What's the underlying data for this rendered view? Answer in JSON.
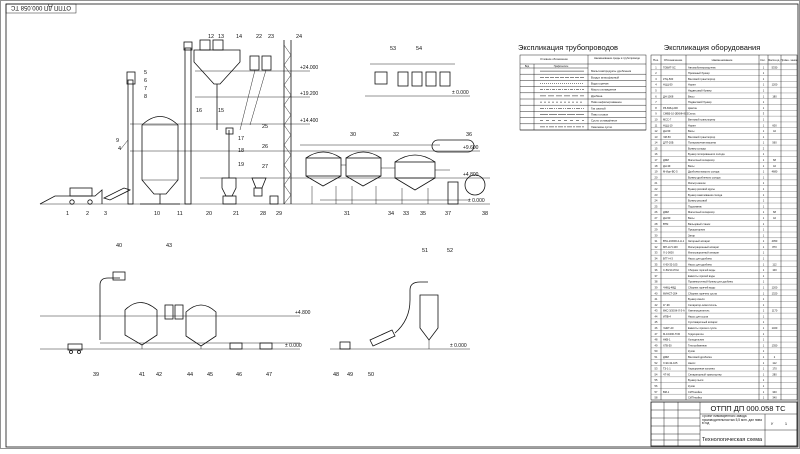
{
  "stamp_code_rotated": "ОТПП ДП 000.058 ТС",
  "elevation_marks": [
    "+24.000",
    "+19.200",
    "+14.400",
    "+9.600",
    "+4.800",
    "± 0.000",
    "+4.800",
    "± 0.000",
    "± 0.000",
    "± 0.000"
  ],
  "equipment_numbers": [
    "1",
    "2",
    "3",
    "4",
    "5",
    "6",
    "7",
    "8",
    "9",
    "10",
    "11",
    "12",
    "13",
    "14",
    "15",
    "16",
    "17",
    "18",
    "19",
    "20",
    "21",
    "22",
    "23",
    "24",
    "25",
    "26",
    "27",
    "28",
    "29",
    "30",
    "31",
    "32",
    "33",
    "34",
    "35",
    "36",
    "37",
    "38",
    "39",
    "40",
    "41",
    "42",
    "43",
    "44",
    "45",
    "46",
    "47",
    "48",
    "49",
    "50",
    "51",
    "52",
    "53",
    "54"
  ],
  "pipe_table": {
    "title": "Экспликация трубопроводов",
    "col_symbol": "Условное обозначение",
    "col_name": "Наименование среды в трубопроводе",
    "sub_kind": "Вид",
    "sub_graphic": "Графическое",
    "rows": [
      "Мальтоза/продукты дробления",
      "Воздух атмосферный",
      "Вода горячая",
      "Масло охлаждения",
      "Дробина",
      "Пиво нефильтрованное",
      "Газ сжатый",
      "Пиво готовое",
      "Сусло охлаждённое",
      "Хмелевое сусло"
    ]
  },
  "equip_table": {
    "title": "Экспликация оборудования",
    "col_pos": "Поз.",
    "col_code": "Обозначение",
    "col_name": "Наименование",
    "col_qty": "Кол.",
    "col_mass": "Масса ед.",
    "col_note": "Приме- чание",
    "rows": [
      {
        "pos": "1",
        "code": "ГОВИТ-5С",
        "name": "Автомобилеразгрузчик",
        "qty": "1",
        "mass": "5330"
      },
      {
        "pos": "2",
        "code": "",
        "name": "Приемный бункер",
        "qty": "1",
        "mass": ""
      },
      {
        "pos": "3",
        "code": "КТЦ-500",
        "name": "Винтовой транспортер",
        "qty": "1",
        "mass": ""
      },
      {
        "pos": "4",
        "code": "НЦЦ-50",
        "name": "Нория",
        "qty": "1",
        "mass": "1200"
      },
      {
        "pos": "5",
        "code": "",
        "name": "Надвесовой бункер",
        "qty": "1",
        "mass": ""
      },
      {
        "pos": "6",
        "code": "ДН-1008",
        "name": "Весы",
        "qty": "1",
        "mass": "180"
      },
      {
        "pos": "7",
        "code": "",
        "name": "Подвесовой бункер",
        "qty": "1",
        "mass": ""
      },
      {
        "pos": "8",
        "code": "РЗ-БИЦ-200",
        "name": "Циклон",
        "qty": "1",
        "mass": ""
      },
      {
        "pos": "9",
        "code": "СМВЗ-10-ЗЕКИН-Б.5",
        "name": "Силос",
        "qty": "3",
        "mass": ""
      },
      {
        "pos": "10",
        "code": "МСС-Г",
        "name": "Винтовой транспортер",
        "qty": "1",
        "mass": ""
      },
      {
        "pos": "11",
        "code": "НЦЦ-10",
        "name": "Нория",
        "qty": "1",
        "mass": "600"
      },
      {
        "pos": "12",
        "code": "ДН-59",
        "name": "Весы",
        "qty": "1",
        "mass": "42"
      },
      {
        "pos": "13",
        "code": "ЧМ-50",
        "name": "Винтовой транспортер",
        "qty": "1",
        "mass": ""
      },
      {
        "pos": "14",
        "code": "ДЛТ-20Б",
        "name": "Полировочная машина",
        "qty": "1",
        "mass": "560"
      },
      {
        "pos": "15",
        "code": "",
        "name": "Бункер солода",
        "qty": "2",
        "mass": ""
      },
      {
        "pos": "16",
        "code": "",
        "name": "Бункер полированного солода",
        "qty": "1",
        "mass": ""
      },
      {
        "pos": "17",
        "code": "ДЯМ",
        "name": "Магнитный сепаратор",
        "qty": "1",
        "mass": "68"
      },
      {
        "pos": "18",
        "code": "ДН-39",
        "name": "Весы",
        "qty": "1",
        "mass": "42"
      },
      {
        "pos": "19",
        "code": "М-Иде-ВС-5",
        "name": "Дробилка мокрого солода",
        "qty": "1",
        "mass": "4680"
      },
      {
        "pos": "20",
        "code": "",
        "name": "Бункер дробленого солода",
        "qty": "1",
        "mass": ""
      },
      {
        "pos": "21",
        "code": "",
        "name": "Фильтр-мешок",
        "qty": "1",
        "mass": ""
      },
      {
        "pos": "22",
        "code": "",
        "name": "Бункер рисовой крупы",
        "qty": "1",
        "mass": ""
      },
      {
        "pos": "23",
        "code": "",
        "name": "Бункер замочивания солода",
        "qty": "1",
        "mass": ""
      },
      {
        "pos": "24",
        "code": "",
        "name": "Бункер рисовой",
        "qty": "1",
        "mass": ""
      },
      {
        "pos": "25",
        "code": "",
        "name": "Подъемник",
        "qty": "1",
        "mass": ""
      },
      {
        "pos": "26",
        "code": "ДЯМ",
        "name": "Магнитный сепаратор",
        "qty": "1",
        "mass": "68"
      },
      {
        "pos": "27",
        "code": "ДН-50",
        "name": "Весы",
        "qty": "1",
        "mass": "42"
      },
      {
        "pos": "28",
        "code": "ВТМ",
        "name": "Вальцовый станок",
        "qty": "1",
        "mass": ""
      },
      {
        "pos": "29",
        "code": "",
        "name": "Предзаторник",
        "qty": "1",
        "mass": ""
      },
      {
        "pos": "30",
        "code": "",
        "name": "Затор",
        "qty": "1",
        "mass": ""
      },
      {
        "pos": "31",
        "code": "ВТН-2/3000-2-Н-1",
        "name": "Заторный аппарат",
        "qty": "1",
        "mass": "4050"
      },
      {
        "pos": "32",
        "code": "МП-Н-П-100",
        "name": "Фильтрационный аппарат",
        "qty": "1",
        "mass": "870"
      },
      {
        "pos": "33",
        "code": "Л-1-0000",
        "name": "Фильтрационный аппарат",
        "qty": "1",
        "mass": ""
      },
      {
        "pos": "34",
        "code": "ВГТ-Н-3",
        "name": "Насос для дробины",
        "qty": "1",
        "mass": ""
      },
      {
        "pos": "35",
        "code": "Х-90-32-105",
        "name": "Насос для дробины",
        "qty": "1",
        "mass": "112"
      },
      {
        "pos": "36",
        "code": "С-50/1С-Р0Н",
        "name": "Сборник горячей воды",
        "qty": "1",
        "mass": "100"
      },
      {
        "pos": "37",
        "code": "",
        "name": "Емкость горячей воды",
        "qty": "1",
        "mass": ""
      },
      {
        "pos": "38",
        "code": "",
        "name": "Промежуточный бункер для дробины",
        "qty": "1",
        "mass": ""
      },
      {
        "pos": "39",
        "code": "ЧНКЦ-4ВД",
        "name": "Сборник горячей воды",
        "qty": "1",
        "mass": "1200"
      },
      {
        "pos": "40",
        "code": "ФИНСТ-204",
        "name": "Сборник горячего сусла",
        "qty": "1",
        "mass": "1320"
      },
      {
        "pos": "41",
        "code": "",
        "name": "Бункер хмеля",
        "qty": "1",
        "mass": ""
      },
      {
        "pos": "42",
        "code": "1Г-99",
        "name": "Сепаратор-осветлитель",
        "qty": "1",
        "mass": ""
      },
      {
        "pos": "43",
        "code": "ФКС-3/ЗОЖ-Л-3-А",
        "name": "Хмелеотделитель",
        "qty": "1",
        "mass": "1170"
      },
      {
        "pos": "44",
        "code": "ИПВ-4",
        "name": "Насос для сусла",
        "qty": "1",
        "mass": ""
      },
      {
        "pos": "45",
        "code": "",
        "name": "Сусловарочный аппарат",
        "qty": "1",
        "mass": ""
      },
      {
        "pos": "46",
        "code": "ЧНКТ-40",
        "name": "Емкость горячего сусла",
        "qty": "1",
        "mass": "1320"
      },
      {
        "pos": "47",
        "code": "М-10/400-Т/30",
        "name": "Гидроциклон",
        "qty": "1",
        "mass": ""
      },
      {
        "pos": "48",
        "code": "НКВ-1",
        "name": "Холодильник",
        "qty": "1",
        "mass": ""
      },
      {
        "pos": "49",
        "code": "ХГВ-50",
        "name": "Теплообменник",
        "qty": "1",
        "mass": "1350"
      },
      {
        "pos": "50",
        "code": "",
        "name": "Кузов",
        "qty": "1",
        "mass": ""
      },
      {
        "pos": "51",
        "code": "ДЯМ",
        "name": "Винтовой дробилка",
        "qty": "1",
        "mass": "2"
      },
      {
        "pos": "52",
        "code": "Х-90-32-105",
        "name": "Насос",
        "qty": "1",
        "mass": "112"
      },
      {
        "pos": "53",
        "code": "ТЗ-1-1",
        "name": "Аэрационная колонна",
        "qty": "1",
        "mass": "170"
      },
      {
        "pos": "54",
        "code": "ЧТ-60",
        "name": "Сепараторный транспортер",
        "qty": "1",
        "mass": "280"
      },
      {
        "pos": "55",
        "code": "",
        "name": "Бункер пыли",
        "qty": "1",
        "mass": ""
      },
      {
        "pos": "56",
        "code": "",
        "name": "Кузов",
        "qty": "1",
        "mass": ""
      },
      {
        "pos": "57",
        "code": "ВМ-1",
        "name": "СИП-мойка",
        "qty": "1",
        "mass": "340"
      },
      {
        "pos": "58",
        "code": "",
        "name": "СИП-мойка",
        "qty": "1",
        "mass": "340"
      }
    ]
  },
  "title_block": {
    "doc_code": "ОТПП ДП 000.058 ТС",
    "project_text": "Проект пивоваренного завода производительностью 5,5 млн. дал пива в год",
    "sheet_title": "Технологическая схема",
    "litera": "У",
    "scale_note": "1"
  }
}
